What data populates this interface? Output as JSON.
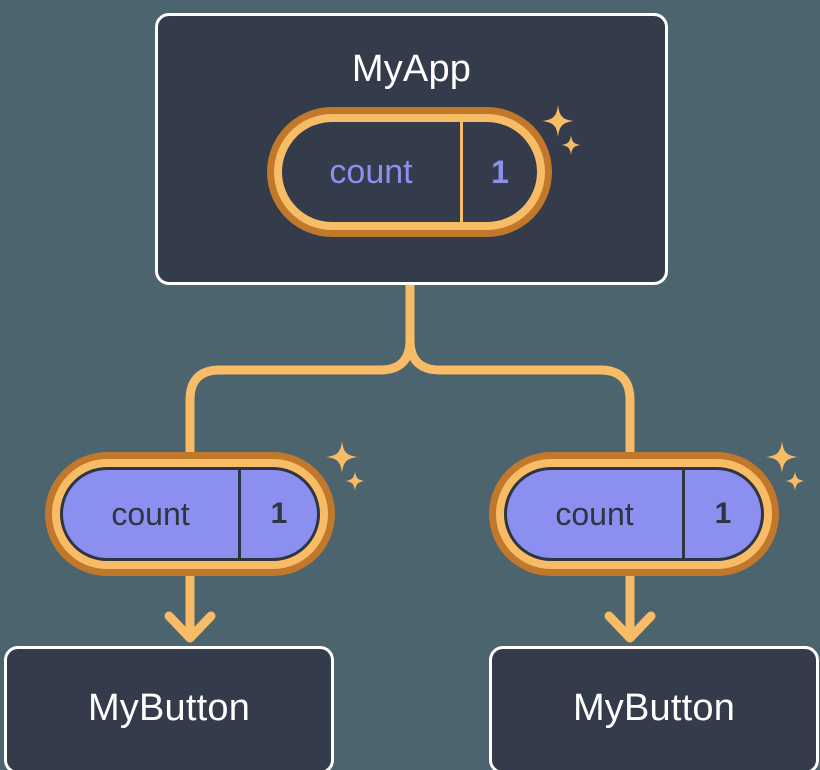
{
  "diagram": {
    "title": "MyApp state propagation tree",
    "background_color": "#4c646e",
    "accent_color": "#f8bc66",
    "accent_dark_color": "#c2782a",
    "state_color": "#8b8fef",
    "card_fill_color": "#343b4a",
    "card_border_color": "#ffffff"
  },
  "root": {
    "card_label": "MyApp",
    "state": {
      "key": "count",
      "value": "1",
      "style": "dark",
      "sparkle_icon": "sparkle-icon"
    }
  },
  "branches": [
    {
      "state": {
        "key": "count",
        "value": "1",
        "style": "purple",
        "sparkle_icon": "sparkle-icon"
      },
      "card_label": "MyButton",
      "arrow_icon": "arrow-down-icon"
    },
    {
      "state": {
        "key": "count",
        "value": "1",
        "style": "purple",
        "sparkle_icon": "sparkle-icon"
      },
      "card_label": "MyButton",
      "arrow_icon": "arrow-down-icon"
    }
  ],
  "connectors": {
    "trunk_icon": "branch-connector-icon",
    "left_arrow_icon": "arrow-down-icon",
    "right_arrow_icon": "arrow-down-icon"
  }
}
